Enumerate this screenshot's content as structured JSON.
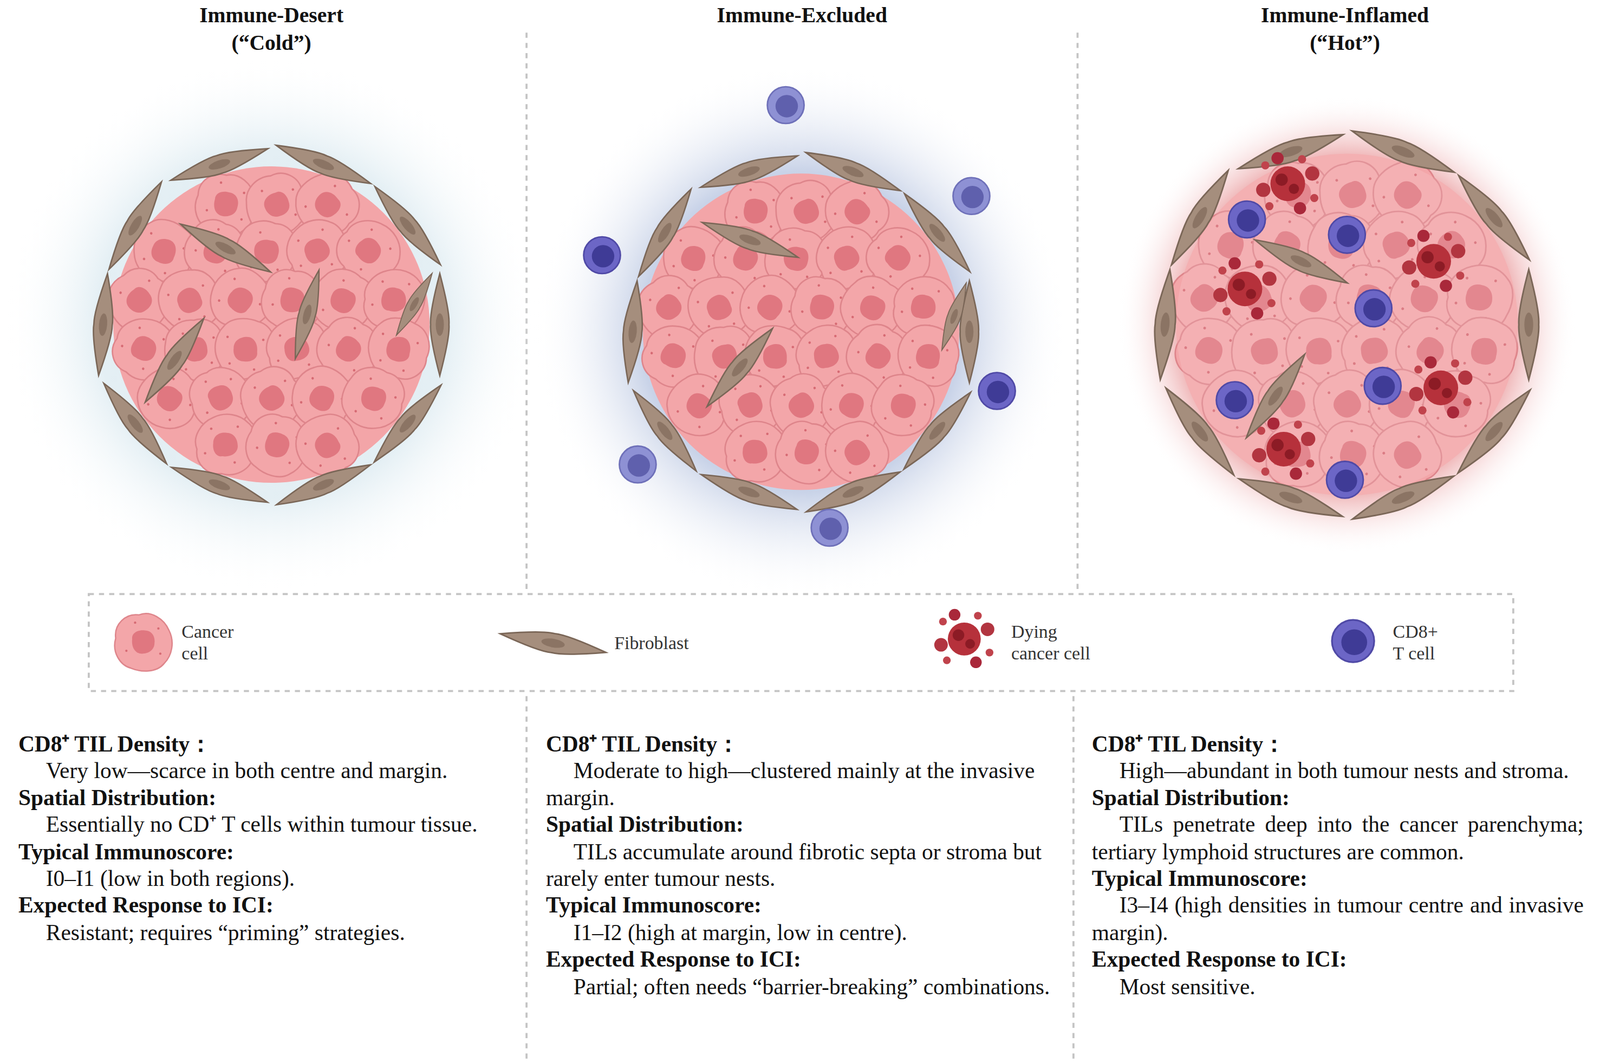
{
  "diagram": {
    "labels": [
      "Immune-Desert (“Cold”)",
      "Immune-Excluded",
      "Immune-Inflamed (“Hot”)",
      "CD8⁺ TIL Density：",
      "Very low—scarce in both centre and margin.",
      "Spatial Distribution:",
      "Essentially no CD⁺ T cells within tumour tissue.",
      "Typical Immunoscore:",
      "I0–I1 (low in both regions).",
      "Expected Response to ICI:",
      "Resistant; requires “priming” strategies.",
      "CD8⁺ TIL Density：",
      "Moderate to high—clustered mainly at the invasive margin.",
      "Spatial Distribution:",
      "TILs accumulate around fibrotic septa or stroma but rarely enter tumour nests.",
      "Typical Immunoscore:",
      "I1–I2 (high at margin, low in centre).",
      "Expected Response to ICI:",
      "Partial; often needs “barrier-breaking” combinations.",
      "CD8⁺ TIL Density：",
      "High—abundant in both tumour nests and stroma.",
      "Spatial Distribution:",
      "TILs penetrate deep into the cancer parenchyma; tertiary lymphoid structures are common.",
      "Typical Immunoscore:",
      "I3–I4 (high densities in tumour centre and invasive margin).",
      "Expected Response to ICI:",
      "Most sensitive."
    ],
    "legend": [
      {
        "text": "Cancer cell"
      },
      {
        "text": "Fibroblast"
      },
      {
        "text": "Dying cancer cell"
      },
      {
        "text": "CD8+ T cell"
      }
    ]
  }
}
